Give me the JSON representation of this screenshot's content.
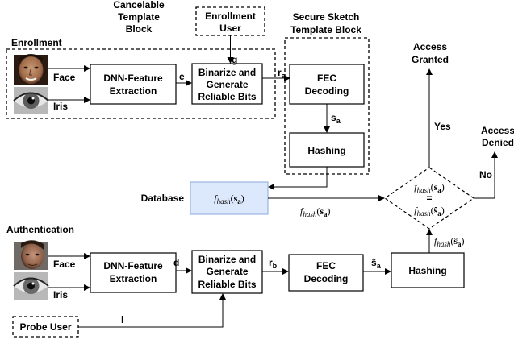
{
  "enrollment": {
    "section_label": "Enrollment",
    "face_label": "Face",
    "iris_label": "Iris",
    "dnn_line1": "DNN-Feature",
    "dnn_line2": "Extraction",
    "arrow_e": "e",
    "binarize_line1": "Binarize and",
    "binarize_line2": "Generate",
    "binarize_line3": "Reliable Bits",
    "cancelable_line1": "Cancelable",
    "cancelable_line2": "Template",
    "cancelable_line3": "Block",
    "user_line1": "Enrollment",
    "user_line2": "User",
    "arrow_g": "g",
    "arrow_r": "r",
    "arrow_r_sub": "a"
  },
  "secure_sketch": {
    "title_line1": "Secure Sketch",
    "title_line2": "Template Block",
    "fec_line1": "FEC",
    "fec_line2": "Decoding",
    "s_label": "s",
    "s_sub": "a",
    "hashing": "Hashing"
  },
  "database": {
    "label": "Database",
    "box_value": "f_hash(s_a)",
    "arrow_value": "f_hash(s_a)"
  },
  "decision": {
    "top": "f_hash(s_a)",
    "eq": "=",
    "bottom": "f_hash(ŝ_a)",
    "yes": "Yes",
    "no": "No",
    "granted_line1": "Access",
    "granted_line2": "Granted",
    "denied_line1": "Access",
    "denied_line2": "Denied",
    "input_value": "f_hash(ŝ_a)"
  },
  "authentication": {
    "section_label": "Authentication",
    "face_label": "Face",
    "iris_label": "Iris",
    "dnn_line1": "DNN-Feature",
    "dnn_line2": "Extraction",
    "arrow_d": "d",
    "binarize_line1": "Binarize and",
    "binarize_line2": "Generate",
    "binarize_line3": "Reliable Bits",
    "arrow_r": "r",
    "arrow_r_sub": "b",
    "fec_line1": "FEC",
    "fec_line2": "Decoding",
    "s_hat": "ŝ",
    "s_hat_sub": "a",
    "hashing": "Hashing",
    "probe_user": "Probe User",
    "arrow_l": "l"
  },
  "colors": {
    "database_fill": "#dce8fb",
    "database_stroke": "#8aa8d8"
  }
}
